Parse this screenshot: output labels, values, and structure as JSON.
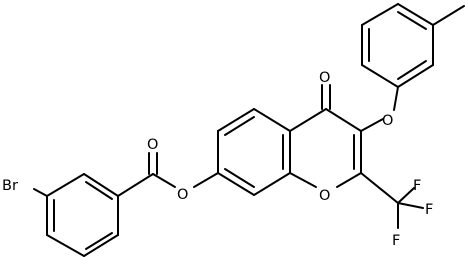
{
  "atoms": {
    "bromine": "Br",
    "ester_carbonyl_oxygen": "O",
    "ester_oxygen": "O",
    "ketone_oxygen": "O",
    "ether_oxygen": "O",
    "ring_oxygen": "O",
    "fluorine_top": "F",
    "fluorine_right": "F",
    "fluorine_bottom": "F"
  },
  "colors": {
    "ink": "#000000",
    "background": "#ffffff"
  }
}
